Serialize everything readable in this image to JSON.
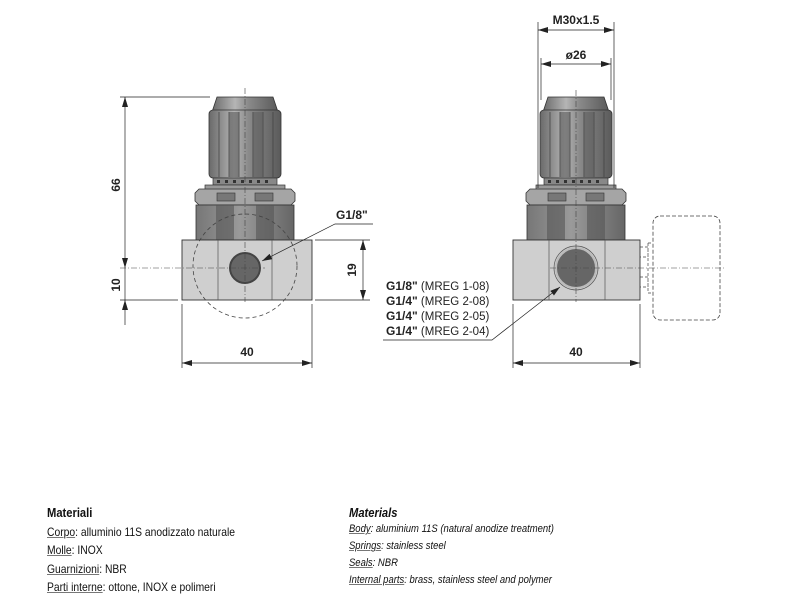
{
  "drawing": {
    "left_view": {
      "dim_height": "66",
      "dim_center": "10",
      "dim_body_height": "19",
      "dim_width": "40",
      "port_label": "G1/8\""
    },
    "right_view": {
      "dim_thread": "M30x1.5",
      "dim_diameter": "ø26",
      "dim_width": "40",
      "ports": [
        {
          "size": "G1/8\"",
          "model": "(MREG 1-08)"
        },
        {
          "size": "G1/4\"",
          "model": "(MREG 2-08)"
        },
        {
          "size": "G1/4\"",
          "model": "(MREG 2-05)"
        },
        {
          "size": "G1/4\"",
          "model": "(MREG 2-04)"
        }
      ]
    }
  },
  "materials_it": {
    "title": "Materiali",
    "items": [
      {
        "key": "Corpo",
        "value": ": alluminio 11S anodizzato naturale"
      },
      {
        "key": "Molle",
        "value": ": INOX"
      },
      {
        "key": "Guarnizioni",
        "value": ": NBR"
      },
      {
        "key": "Parti interne",
        "value": ": ottone, INOX e polimeri"
      }
    ]
  },
  "materials_en": {
    "title": "Materials",
    "items": [
      {
        "key": "Body",
        "value": ": aluminium 11S (natural anodize treatment)"
      },
      {
        "key": "Springs",
        "value": ": stainless steel"
      },
      {
        "key": "Seals",
        "value": ": NBR"
      },
      {
        "key": "Internal parts",
        "value": ": brass, stainless steel and polymer"
      }
    ]
  }
}
